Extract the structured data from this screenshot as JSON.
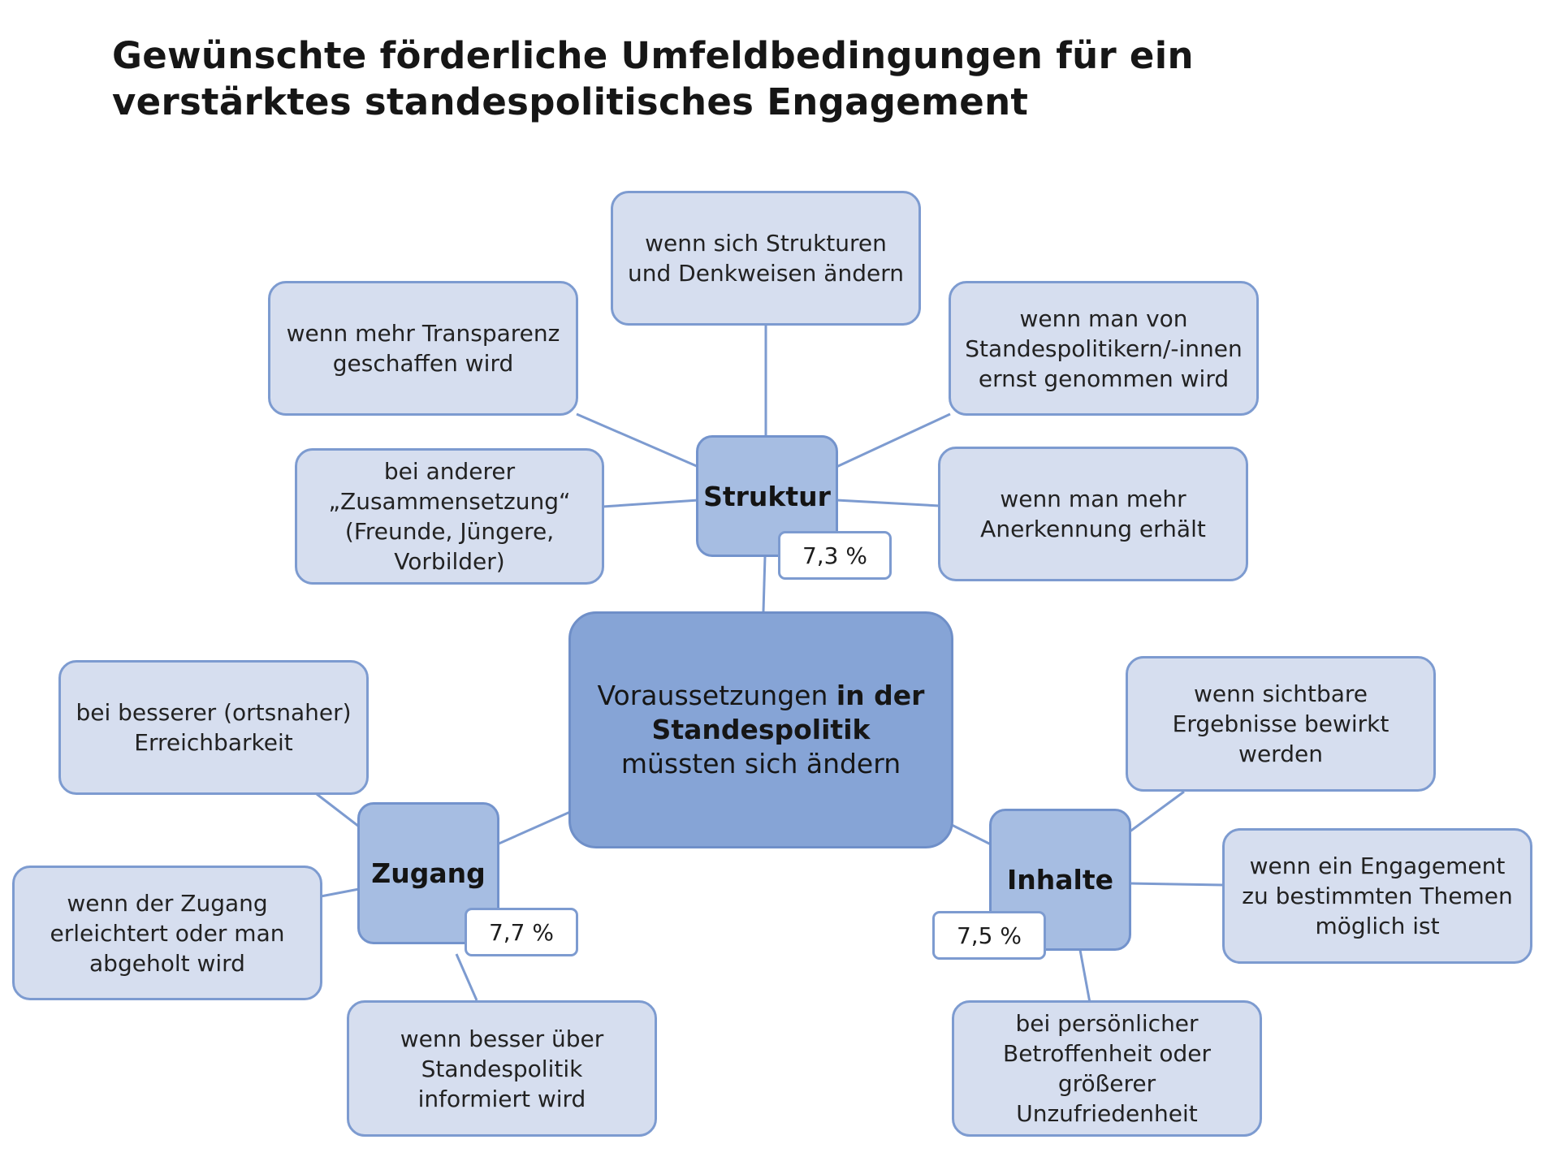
{
  "title": "Gewünschte förderliche Umfeldbedingungen für ein verstärktes standespolitisches Engagement",
  "colors": {
    "leaf_fill": "#d6deef",
    "hub_fill": "#a6bde2",
    "center_fill": "#86a4d6",
    "border": "#7d9bd0",
    "connector": "#7d9bd0"
  },
  "center": {
    "part1": "Voraussetzungen ",
    "part2_bold": "in der Standespolitik",
    "part3": " müssten sich ändern"
  },
  "hubs": {
    "struktur": {
      "label": "Struktur",
      "percent": "7,3 %",
      "items": {
        "top": "wenn sich Strukturen und Denkweisen ändern",
        "upper_left": "wenn mehr Transparenz geschaffen wird",
        "upper_right": "wenn man von Standespolitikern/-innen ernst genommen wird",
        "left": "bei anderer „Zusammensetzung“ (Freunde, Jüngere, Vorbilder)",
        "right": "wenn man mehr Anerkennung erhält"
      }
    },
    "zugang": {
      "label": "Zugang",
      "percent": "7,7 %",
      "items": {
        "upper": "bei besserer (ortsnaher) Erreichbarkeit",
        "left": "wenn der Zugang erleichtert oder man abgeholt wird",
        "bottom": "wenn besser über Standespolitik informiert wird"
      }
    },
    "inhalte": {
      "label": "Inhalte",
      "percent": "7,5 %",
      "items": {
        "upper": "wenn  sichtbare Ergebnisse bewirkt werden",
        "right": "wenn ein Engagement zu bestimmten Themen möglich ist",
        "bottom": "bei persönlicher Betroffenheit oder größerer Unzufriedenheit"
      }
    }
  }
}
